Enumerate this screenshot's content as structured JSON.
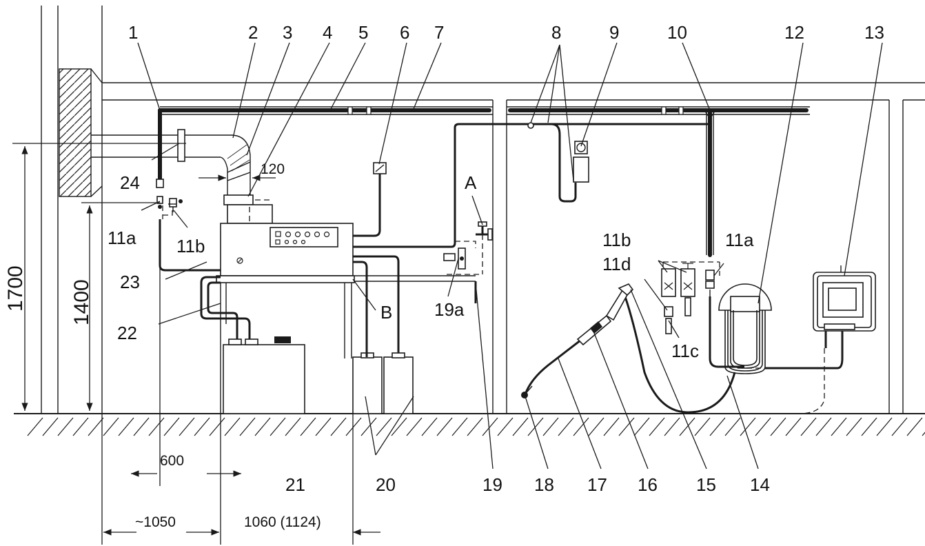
{
  "labels": {
    "n1": "1",
    "n2": "2",
    "n3": "3",
    "n4": "4",
    "n5": "5",
    "n6": "6",
    "n7": "7",
    "n8": "8",
    "n9": "9",
    "n10": "10",
    "n12": "12",
    "n13": "13",
    "n11a_left": "11a",
    "n11b_left": "11b",
    "n11a_right": "11a",
    "n11b_right": "11b",
    "n11c": "11c",
    "n11d": "11d",
    "n14": "14",
    "n15": "15",
    "n16": "16",
    "n17": "17",
    "n18": "18",
    "n19": "19",
    "n19a": "19a",
    "n20": "20",
    "n21": "21",
    "n22": "22",
    "n23": "23",
    "n24": "24",
    "a": "A",
    "b": "B"
  },
  "dimensions": {
    "d1700": "1700",
    "d1400": "1400",
    "d120": "120",
    "d600": "600",
    "d1050": "~1050",
    "d1060": "1060 (1124)"
  },
  "colors": {
    "line": "#1a1a1a",
    "background": "#ffffff"
  }
}
